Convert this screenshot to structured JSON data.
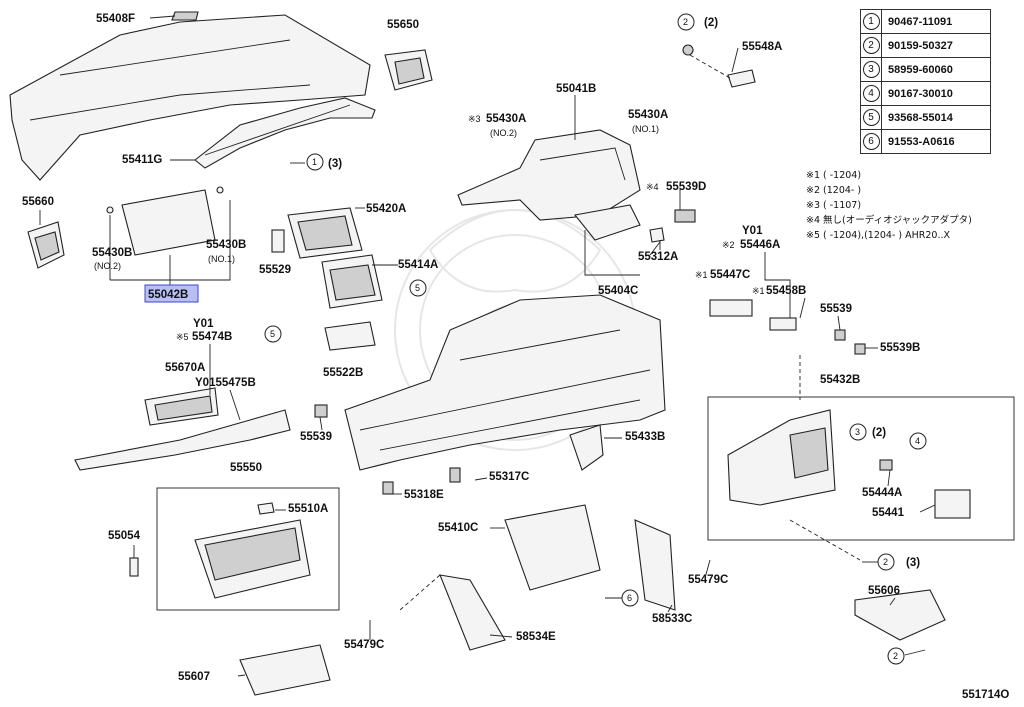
{
  "reference_table": [
    {
      "num": "1",
      "code": "90467-11091"
    },
    {
      "num": "2",
      "code": "90159-50327"
    },
    {
      "num": "3",
      "code": "58959-60060"
    },
    {
      "num": "4",
      "code": "90167-30010"
    },
    {
      "num": "5",
      "code": "93568-55014"
    },
    {
      "num": "6",
      "code": "91553-A0616"
    }
  ],
  "notes": [
    "※1 (      -1204)",
    "※2 (1204-      )",
    "※3 (      -1107)",
    "※4 無し(オーディオジャックアダプタ)",
    "※5 (      -1204),(1204-      )  AHR20..X"
  ],
  "labels": {
    "p55408F": "55408F",
    "p55650": "55650",
    "p55548A": "55548A",
    "p55041B": "55041B",
    "p55430A_l": "55430A",
    "p55430A_l_sub": "(NO.2)",
    "p55430A_l_mark": "※3",
    "p55430A_r": "55430A",
    "p55430A_r_sub": "(NO.1)",
    "p55411G": "55411G",
    "p55660": "55660",
    "p55430B_l": "55430B",
    "p55430B_l_sub": "(NO.2)",
    "p55430B_r": "55430B",
    "p55430B_r_sub": "(NO.1)",
    "p55042B": "55042B",
    "p55420A": "55420A",
    "p55529": "55529",
    "p55414A": "55414A",
    "p55539D": "55539D",
    "p55539D_mark": "※4",
    "p55312A": "55312A",
    "p55404C": "55404C",
    "p55446A_y": "Y01",
    "p55446A": "55446A",
    "p55446A_mark": "※2",
    "p55447C": "55447C",
    "p55447C_mark": "※1",
    "p55458B": "55458B",
    "p55458B_mark": "※1",
    "p55539_r": "55539",
    "p55539B": "55539B",
    "p55474B_y": "Y01",
    "p55474B": "55474B",
    "p55474B_mark": "※5",
    "p55522B": "55522B",
    "p55670A": "55670A",
    "p55475B": "Y0155475B",
    "p55539_l": "55539",
    "p55433B": "55433B",
    "p55432B": "55432B",
    "p55550": "55550",
    "p55510A": "55510A",
    "p55054": "55054",
    "p55317C": "55317C",
    "p55318E": "55318E",
    "p55410C": "55410C",
    "p55444A": "55444A",
    "p55441": "55441",
    "p55479C_r": "55479C",
    "p58533C": "58533C",
    "p55606": "55606",
    "p58534E": "58534E",
    "p55479C_l": "55479C",
    "p55607": "55607",
    "c_55411G_a": "1",
    "c_55411G_b": "(3)",
    "c_55548A_a": "2",
    "c_55548A_b": "(2)",
    "c_5_top": "5",
    "c_5_left": "5",
    "c_55432B_a": "3",
    "c_55432B_b": "(2)",
    "c_55432B_c": "4",
    "c_6": "6",
    "c_bottom_a": "2",
    "c_bottom_b": "(3)",
    "c_55606_a": "2",
    "diagram_code": "551714O"
  },
  "colors": {
    "highlight": "#b9bff2",
    "highlight_border": "#3a49c9"
  }
}
